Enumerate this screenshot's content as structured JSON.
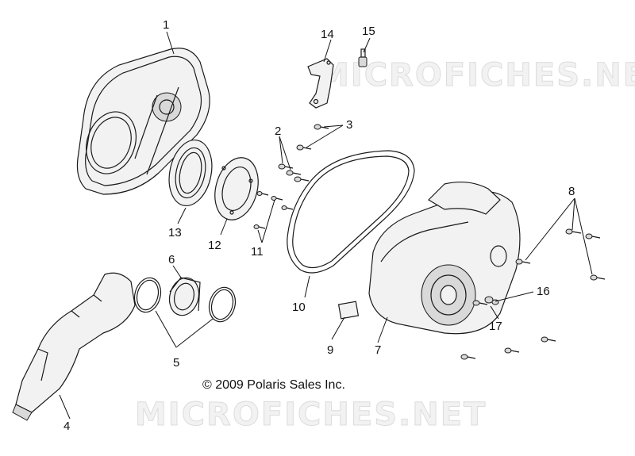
{
  "watermark_text": "MICROFICHES.NET",
  "copyright": "© 2009 Polaris Sales Inc.",
  "callouts": [
    "1",
    "2",
    "3",
    "4",
    "5",
    "6",
    "7",
    "8",
    "9",
    "10",
    "11",
    "12",
    "13",
    "14",
    "15",
    "16",
    "17"
  ]
}
